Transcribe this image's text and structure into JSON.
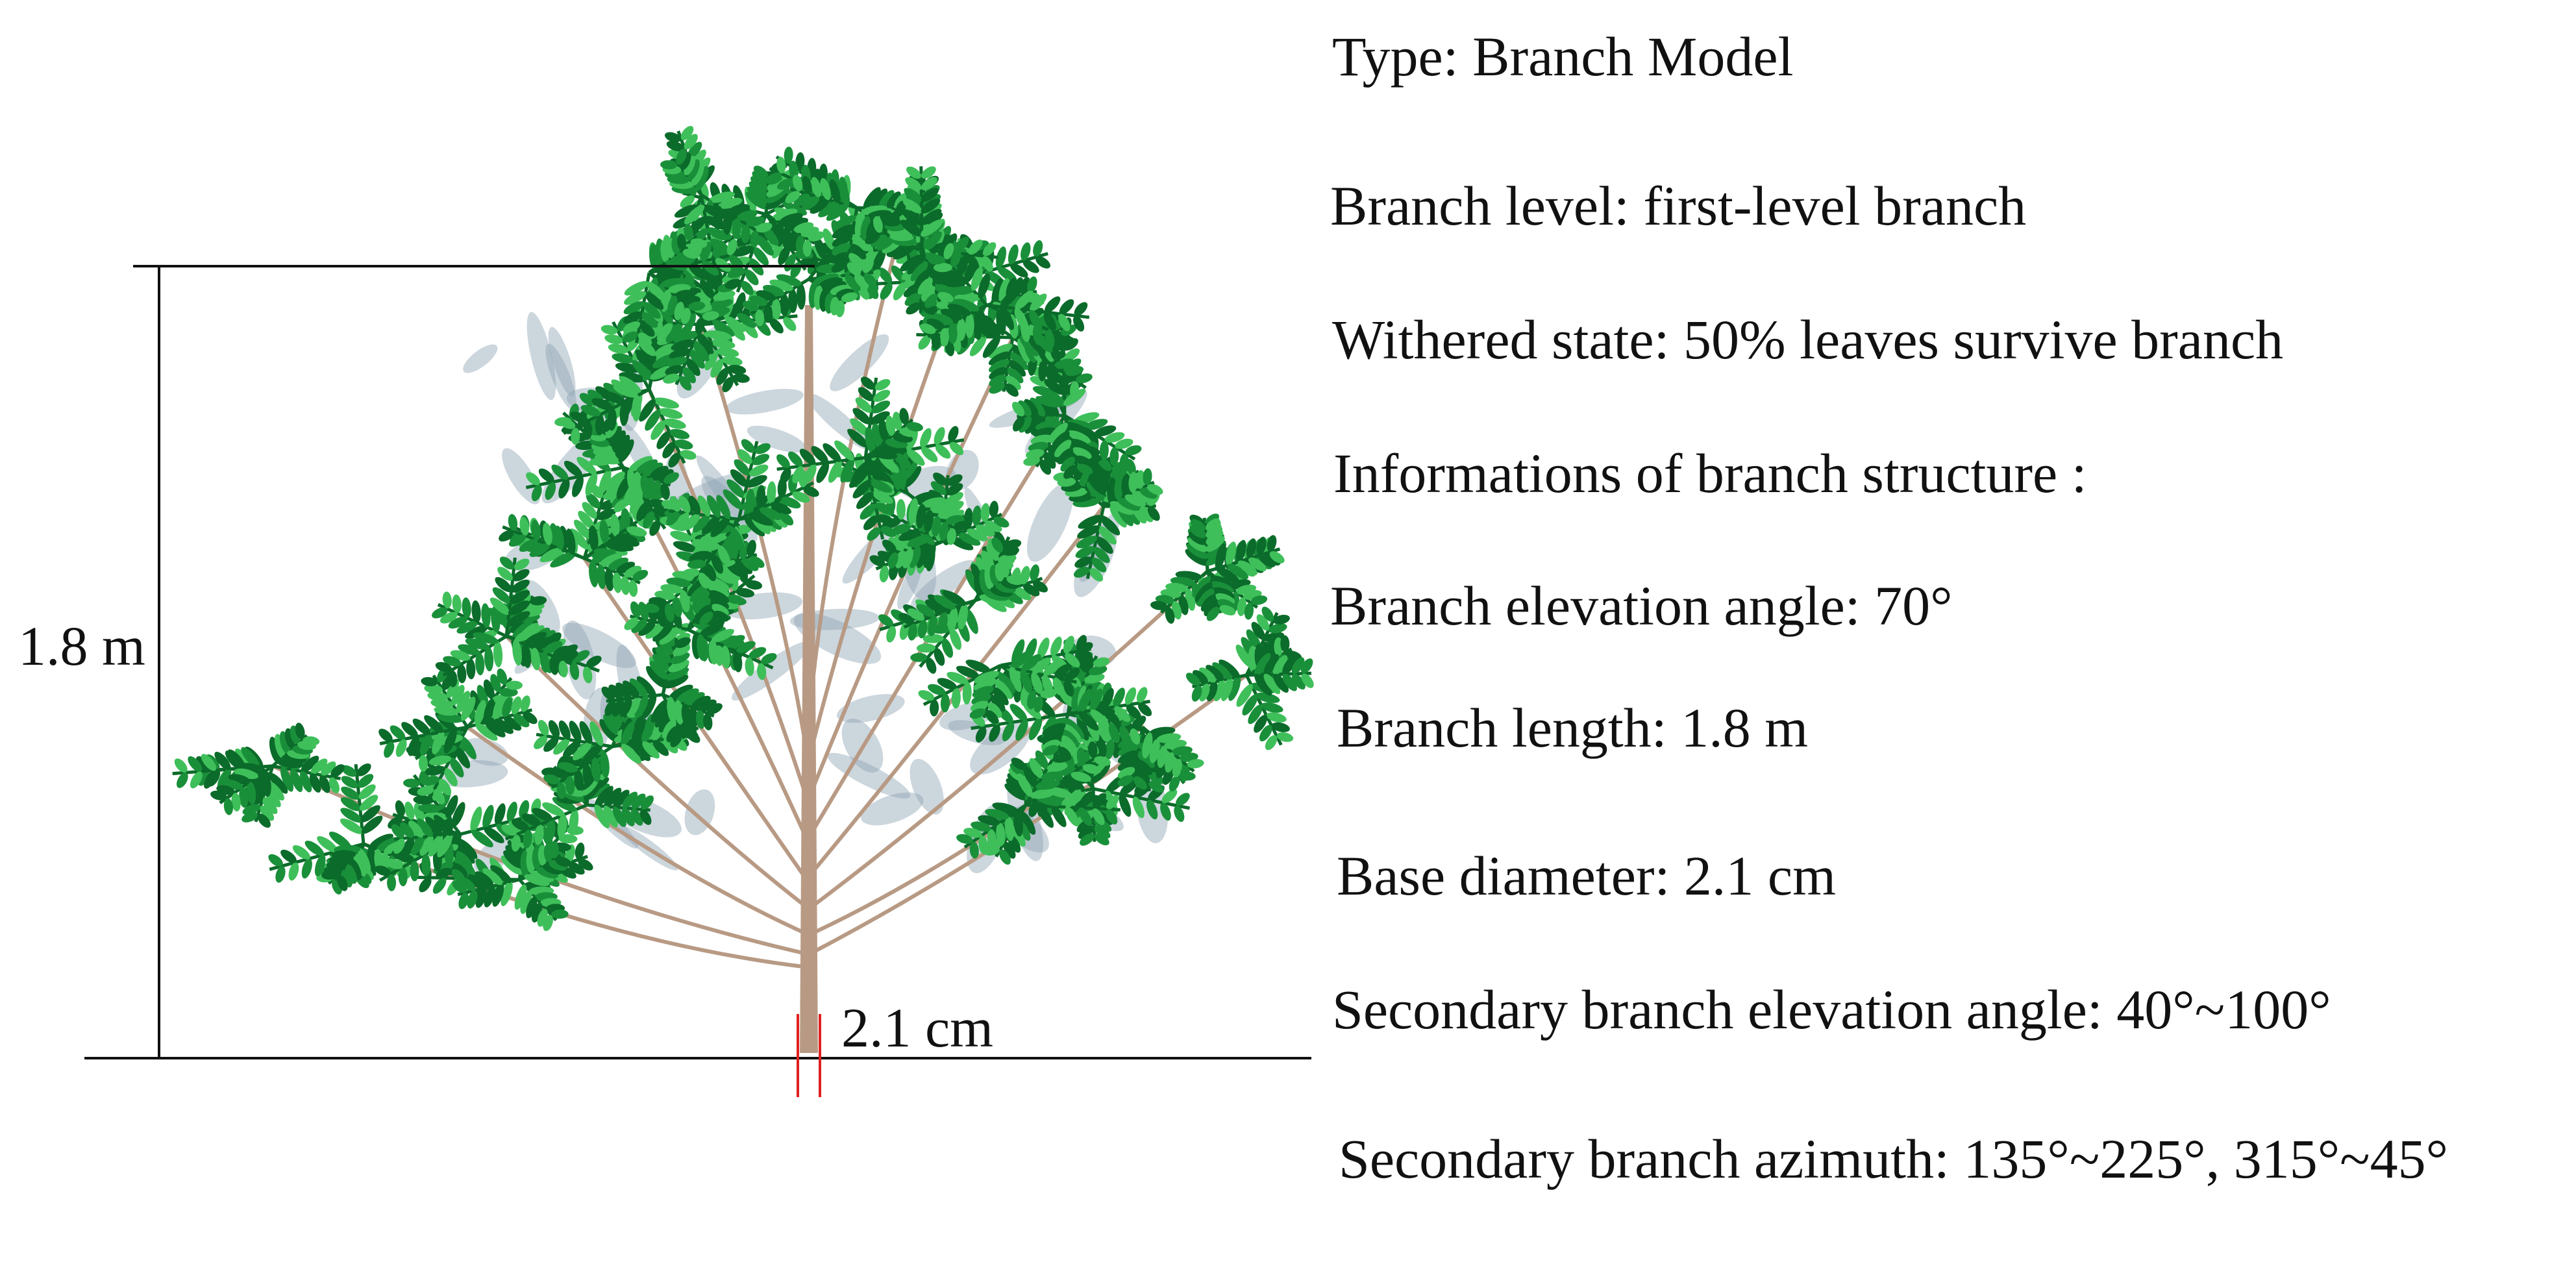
{
  "diagram": {
    "dimensions": {
      "height_label": "1.8 m",
      "diameter_label": "2.1 cm"
    },
    "info": [
      "Type: Branch Model",
      "Branch level: first-level branch",
      "Withered state: 50% leaves survive branch",
      "Informations of branch structure :",
      "Branch elevation angle: 70°",
      "Branch length: 1.8 m",
      "Base diameter: 2.1 cm",
      "Secondary branch elevation angle: 40°~100°",
      "Secondary branch azimuth: 135°~225°, 315°~45°"
    ],
    "colors": {
      "foliage_dark": "#0b6b2a",
      "foliage_mid": "#1a8f3a",
      "foliage_light": "#3fbf5a",
      "branch": "#b89a84",
      "shadow": "#8fa3b3",
      "dimension_line": "#111111",
      "diameter_marker": "#e02020"
    }
  }
}
